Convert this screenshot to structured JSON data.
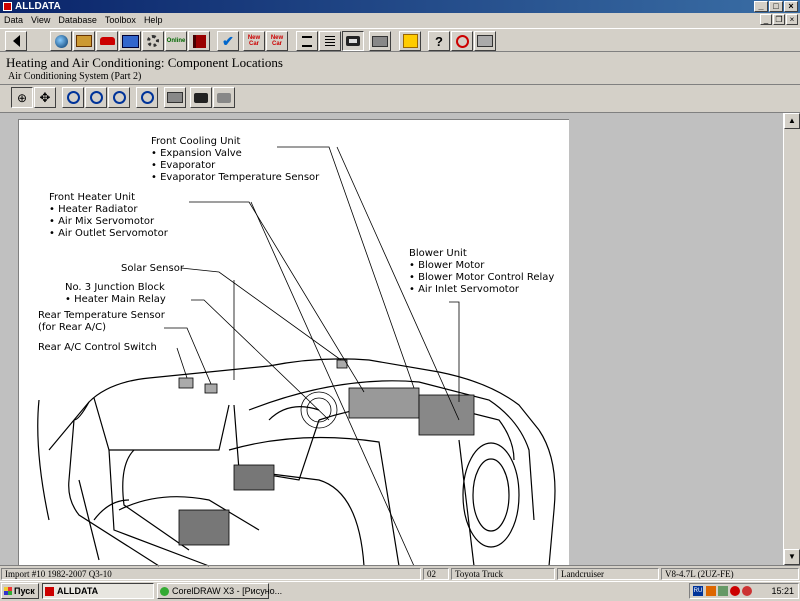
{
  "window": {
    "title": "ALLDATA"
  },
  "menu": {
    "items": [
      "Data",
      "View",
      "Database",
      "Toolbox",
      "Help"
    ]
  },
  "toolbar": {
    "new_car_label": "New Car",
    "online_label": "Online"
  },
  "page": {
    "title": "Heating and Air Conditioning:  Component Locations",
    "subtitle": "Air Conditioning System (Part 2)"
  },
  "diagram": {
    "labels": {
      "front_cooling": [
        "Front Cooling Unit",
        "• Expansion Valve",
        "• Evaporator",
        "• Evaporator Temperature Sensor"
      ],
      "front_heater": [
        "Front Heater Unit",
        "• Heater Radiator",
        "• Air Mix Servomotor",
        "• Air Outlet Servomotor"
      ],
      "blower": [
        "Blower Unit",
        "• Blower Motor",
        "• Blower Motor Control Relay",
        "• Air Inlet Servomotor"
      ],
      "solar_sensor": "Solar Sensor",
      "junction_block": [
        "No. 3 Junction Block",
        "• Heater Main Relay"
      ],
      "rear_temp_sensor": [
        "Rear Temperature Sensor",
        "(for Rear A/C)"
      ],
      "rear_ac_switch": "Rear A/C Control Switch"
    }
  },
  "status": {
    "import": "Import #10 1982-2007 Q3-10",
    "code": "02",
    "make": "Toyota Truck",
    "model": "Landcruiser",
    "engine": "V8-4.7L (2UZ-FE)"
  },
  "taskbar": {
    "start": "Пуск",
    "tasks": [
      "ALLDATA",
      "CorelDRAW X3 - [Рисуно..."
    ],
    "tray_lang": "RU",
    "clock": "15:21"
  }
}
